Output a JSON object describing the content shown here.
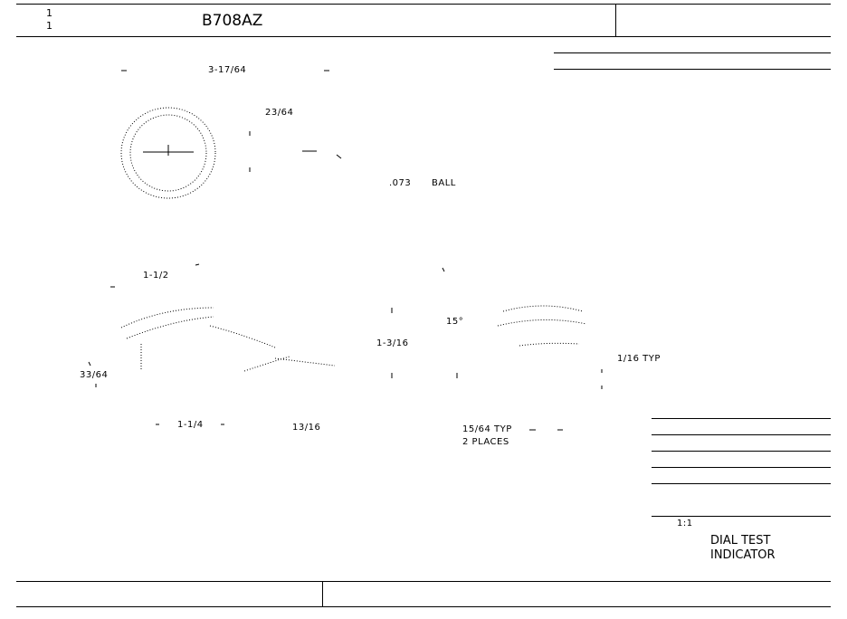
{
  "title_block": {
    "sheet_top": "1",
    "sheet_bottom": "1",
    "part_number": "B708AZ"
  },
  "dimensions": {
    "top_width": "3-17/64",
    "radius_small": "23/64",
    "ball_size": ".073",
    "ball_label": "BALL",
    "arm_length": "1-1/2",
    "left_height": "33/64",
    "bottom_left": "1-1/4",
    "bottom_mid": "13/16",
    "center_height": "1-3/16",
    "angle": "15°",
    "right_tip": "1/16 TYP",
    "holes": "15/64 TYP",
    "holes_qty": "2 PLACES"
  },
  "notes": {
    "scale": "1:1",
    "name_line1": "DIAL TEST",
    "name_line2": "INDICATOR"
  }
}
